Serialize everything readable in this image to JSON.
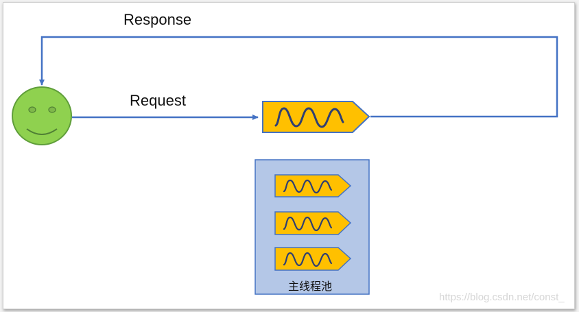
{
  "labels": {
    "response": "Response",
    "request": "Request",
    "pool": "主线程池"
  },
  "watermark": "https://blog.csdn.net/const_",
  "colors": {
    "connector": "#4472c4",
    "smiley_fill": "#8fd14f",
    "smiley_stroke": "#5f9e3a",
    "thread_fill": "#ffc000",
    "thread_stroke": "#4472c4",
    "wave": "#2f3f72",
    "pool_fill": "#b4c7e7",
    "pool_stroke": "#4472c4"
  },
  "icons": {
    "user": "smiley-face-icon",
    "thread": "thread-arrow-icon",
    "wave": "wave-icon"
  }
}
